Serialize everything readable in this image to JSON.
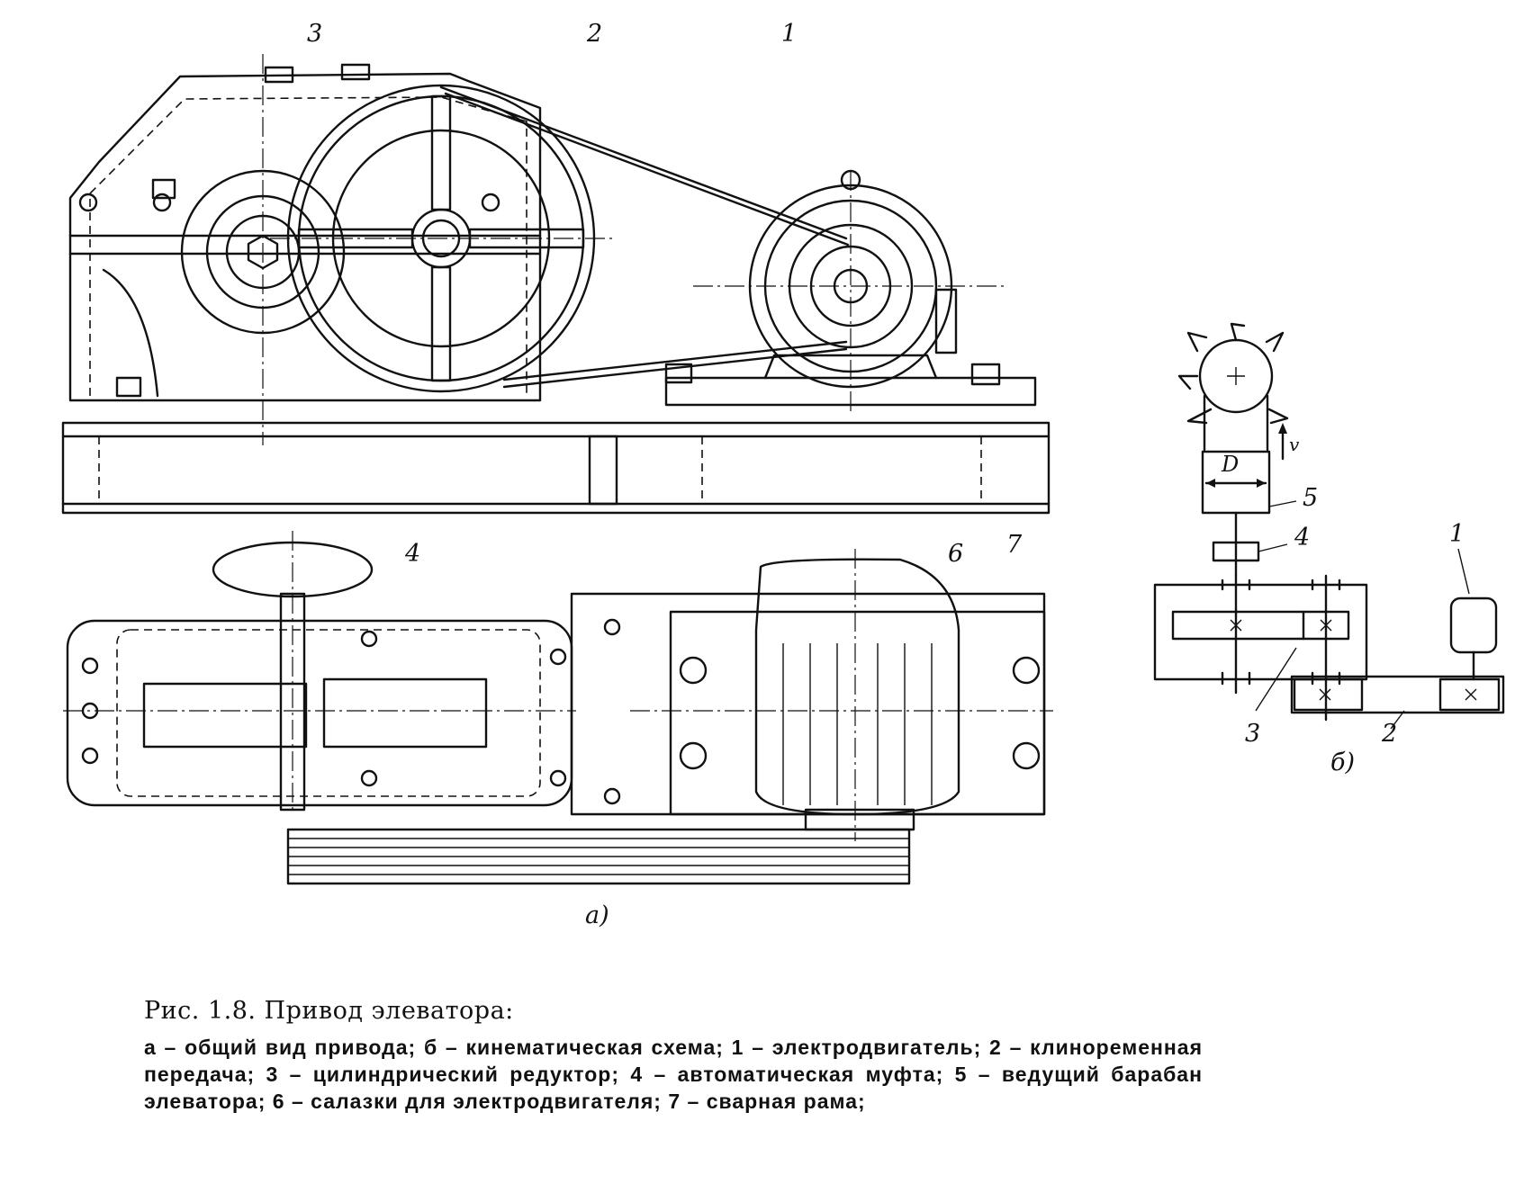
{
  "figure": {
    "labels": {
      "belt": "2",
      "motor_top": "1",
      "gearbox_top": "3",
      "coupling": "4",
      "slide": "6",
      "frame": "7",
      "view_a": "а)",
      "view_b": "б)",
      "drum_letter": "D",
      "speed": "v",
      "scheme_drum": "5",
      "scheme_coupling": "4",
      "scheme_motor": "1",
      "scheme_gearbox": "3",
      "scheme_belt": "2"
    }
  },
  "caption": {
    "title": "Рис. 1.8. Привод элеватора:",
    "body": "а – общий вид привода; б – кинематическая схема; 1 – электродвигатель; 2 – клиноременная передача; 3 – цилиндрический редуктор; 4 – автоматическая муфта; 5 – ведущий барабан элеватора; 6 – салазки для электродвигателя; 7 – сварная рама;"
  }
}
